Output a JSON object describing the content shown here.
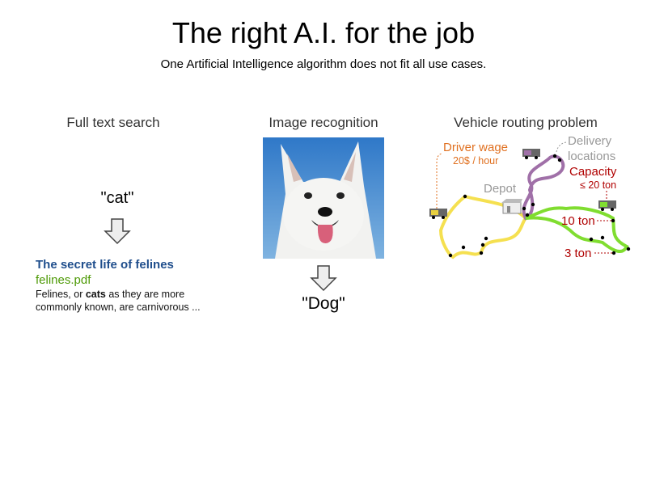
{
  "header": {
    "title": "The right A.I. for the job",
    "subtitle": "One Artificial Intelligence algorithm does not fit all use cases."
  },
  "columns": {
    "search": {
      "heading": "Full text search",
      "query": "\"cat\"",
      "result": {
        "title": "The secret life of felines",
        "file": "felines.pdf",
        "snippet_pre": "Felines, or ",
        "snippet_bold": "cats",
        "snippet_post": " as they are more commonly known, are carnivorous ..."
      }
    },
    "image": {
      "heading": "Image recognition",
      "output": "\"Dog\""
    },
    "routing": {
      "heading": "Vehicle routing problem",
      "driver_wage": "Driver wage",
      "wage_value": "20$ / hour",
      "delivery": "Delivery",
      "locations": "locations",
      "capacity": "Capacity",
      "capacity_value": "≤ 20 ton",
      "depot": "Depot",
      "load1": "10 ton",
      "load2": "3 ton"
    }
  },
  "colors": {
    "title_blue": "#1f4e8c",
    "file_green": "#4e9a06",
    "wage_orange": "#e07020",
    "capacity_red": "#b00000",
    "route_yellow": "#f5e050",
    "route_purple": "#a070a8",
    "route_green": "#80dd30"
  }
}
